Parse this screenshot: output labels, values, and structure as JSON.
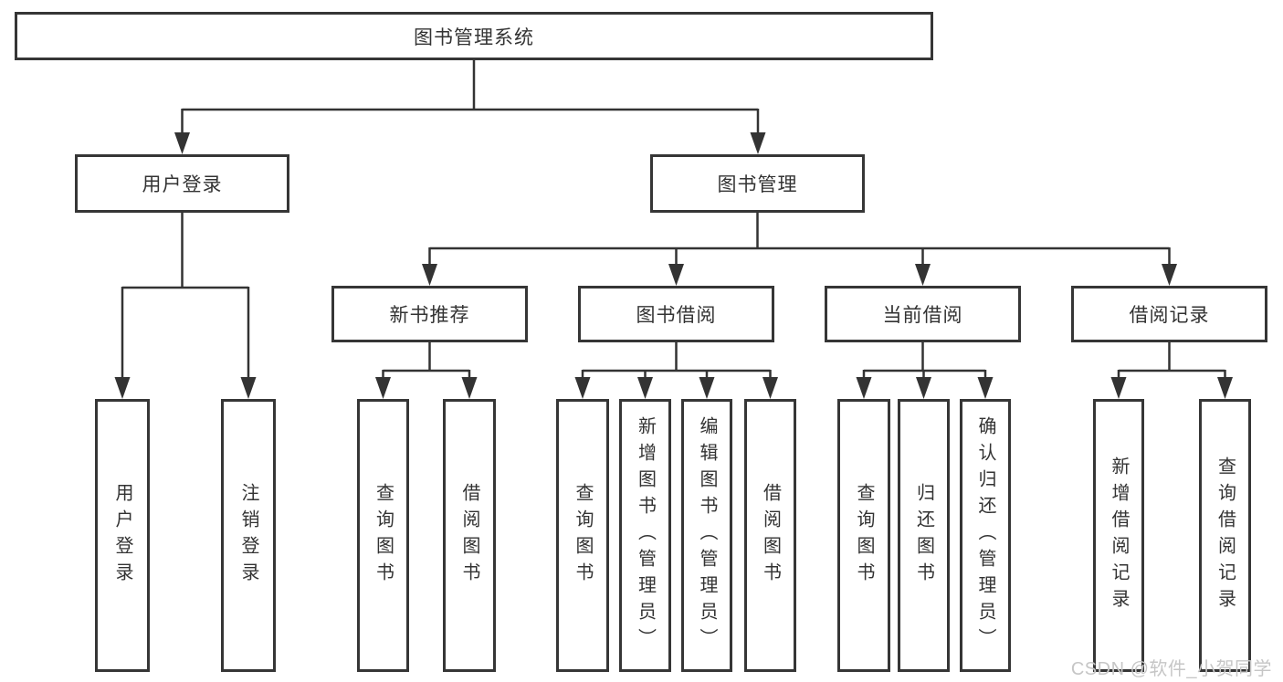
{
  "diagram": {
    "root": {
      "label": "图书管理系统"
    },
    "level1": [
      {
        "label": "用户登录"
      },
      {
        "label": "图书管理"
      }
    ],
    "level2": [
      {
        "label": "新书推荐"
      },
      {
        "label": "图书借阅"
      },
      {
        "label": "当前借阅"
      },
      {
        "label": "借阅记录"
      }
    ],
    "leaves": [
      {
        "label": "用户登录"
      },
      {
        "label": "注销登录"
      },
      {
        "label": "查询图书"
      },
      {
        "label": "借阅图书"
      },
      {
        "label": "查询图书"
      },
      {
        "label": "新增图书（管理员）"
      },
      {
        "label": "编辑图书（管理员）"
      },
      {
        "label": "借阅图书"
      },
      {
        "label": "查询图书"
      },
      {
        "label": "归还图书"
      },
      {
        "label": "确认归还（管理员）"
      },
      {
        "label": "新增借阅记录"
      },
      {
        "label": "查询借阅记录"
      }
    ]
  },
  "watermark": {
    "text": "CSDN @软件_小贺同学"
  },
  "colors": {
    "line": "#333333",
    "border": "#363636",
    "text": "#333333",
    "watermark": "#c6c6c6",
    "background": "#ffffff"
  }
}
